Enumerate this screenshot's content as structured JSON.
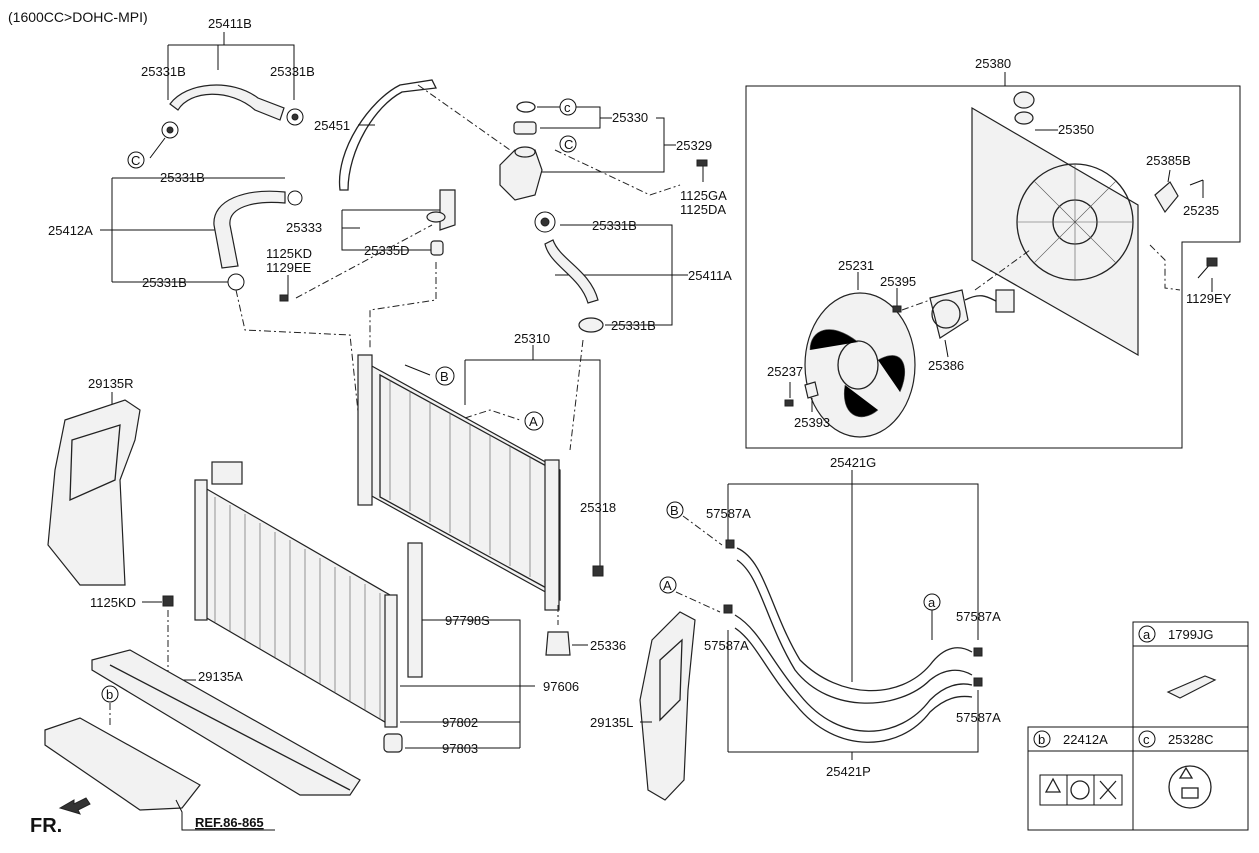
{
  "header_note": "(1600CC>DOHC-MPI)",
  "direction": {
    "fr_label": "FR.",
    "ref_label": "REF.86-865"
  },
  "labels": {
    "p25411B": "25411B",
    "p25331B_1": "25331B",
    "p25331B_2": "25331B",
    "p25331B_3": "25331B",
    "p25331B_4": "25331B",
    "p25331B_5": "25331B",
    "p25331B_6": "25331B",
    "p25412A": "25412A",
    "p25451": "25451",
    "p25330": "25330",
    "p25329": "25329",
    "p1125GA": "1125GA",
    "p1125DA": "1125DA",
    "p25333": "25333",
    "p25335D": "25335D",
    "p1125KD_1": "1125KD",
    "p1129EE": "1129EE",
    "p25411A": "25411A",
    "p25310": "25310",
    "p25318": "25318",
    "p25336": "25336",
    "p29135R": "29135R",
    "p1125KD_2": "1125KD",
    "p29135A": "29135A",
    "p97798S": "97798S",
    "p97606": "97606",
    "p97802": "97802",
    "p97803": "97803",
    "p29135L": "29135L",
    "p25380": "25380",
    "p25350": "25350",
    "p25385B": "25385B",
    "p25235": "25235",
    "p1129EY": "1129EY",
    "p25231": "25231",
    "p25395": "25395",
    "p25386": "25386",
    "p25237": "25237",
    "p25393": "25393",
    "p25421G": "25421G",
    "p25421P": "25421P",
    "p57587A_1": "57587A",
    "p57587A_2": "57587A",
    "p57587A_3": "57587A",
    "p57587A_4": "57587A"
  },
  "callouts": {
    "c_upper": "c",
    "C_left": "C",
    "C_center": "C",
    "B_rad": "B",
    "A_rad": "A",
    "B_hose": "B",
    "A_hose": "A",
    "a_hose": "a",
    "b_panel": "b"
  },
  "legend": {
    "a_letter": "a",
    "a_part": "1799JG",
    "b_letter": "b",
    "b_part": "22412A",
    "c_letter": "c",
    "c_part": "25328C"
  },
  "icons": [
    "hose-clamp-icon",
    "warning-label-icon",
    "fan-icon",
    "radiator-icon",
    "condenser-icon",
    "bolt-icon",
    "arrow-left-icon"
  ]
}
